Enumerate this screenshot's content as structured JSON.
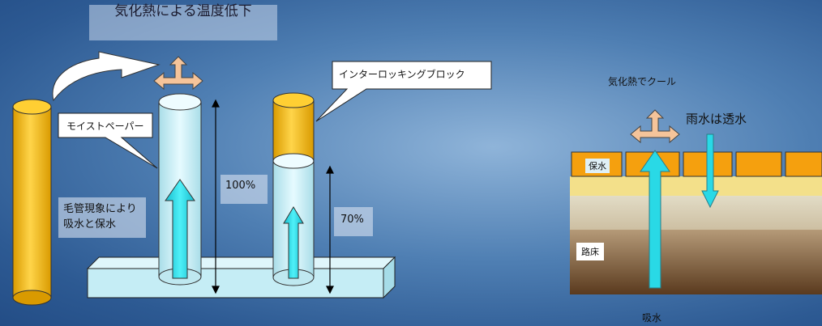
{
  "left_diagram": {
    "title": "気化熱による温度低下",
    "label_moist_paper": "モイストペーパー",
    "label_interlocking_block": "インターロッキングブロック",
    "label_capillary": "毛管現象により吸水と保水",
    "percent_tall": "100%",
    "percent_short": "70%",
    "water_fill_fraction_short_cylinder": 0.7
  },
  "right_diagram": {
    "label_cool": "気化熱でクール",
    "label_rain": "雨水は透水",
    "layer_top": "保水",
    "layer_roadbed": "路床",
    "label_absorb": "吸水"
  },
  "colors": {
    "cylinder_yellow": "#f2bd1a",
    "cylinder_blue": "#c9eef5",
    "arrow_cyan": "#29d9e6",
    "arrow_peach": "#f5c49a",
    "brick_orange": "#f5a00e",
    "sand_yellow": "#f3e08a",
    "soil_tan": "#d8cfb8",
    "roadbed_brown": "#6d4a28"
  }
}
